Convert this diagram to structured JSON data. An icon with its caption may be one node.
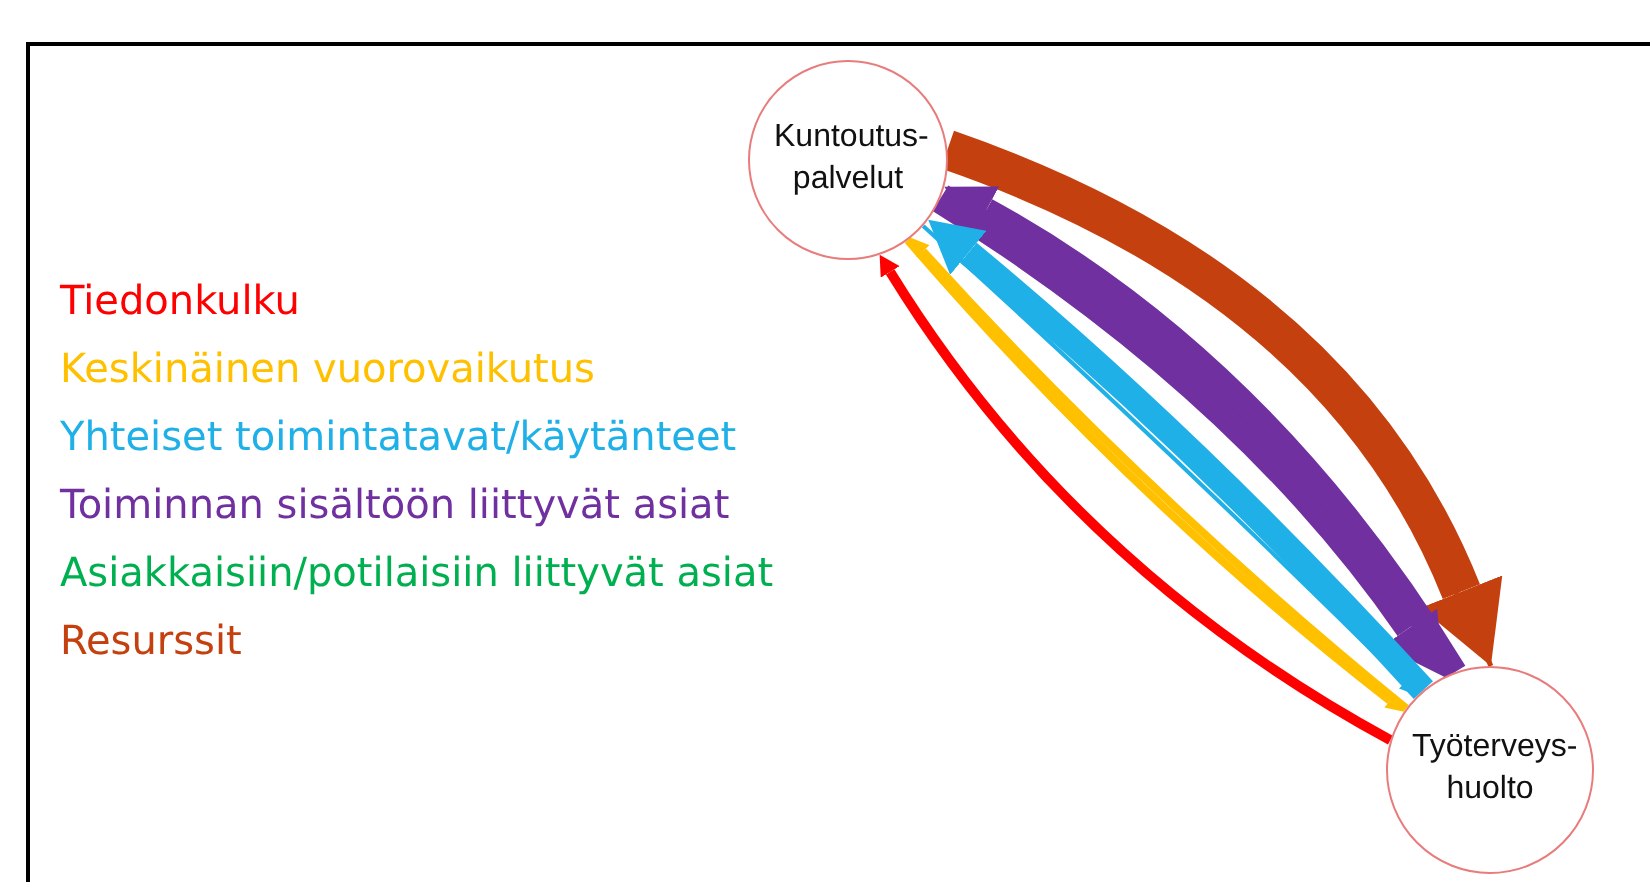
{
  "diagram": {
    "nodes": [
      {
        "text": [
          "Kuntoutus- palvelut"
        ]
      },
      {
        "text": [
          "Työterveys- huolto"
        ]
      }
    ],
    "edges": [
      {
        "from": 0,
        "to": 1,
        "arrow": "to",
        "style": "thick",
        "color": "#c5400f"
      },
      {
        "from": 0,
        "to": 1,
        "arrow": "to",
        "style": "thick",
        "color": "#7030a0"
      },
      {
        "from": 0,
        "to": 1,
        "arrow": "to",
        "color": "#1fb0e8"
      },
      {
        "from": 0,
        "to": 1,
        "arrow": "to",
        "color": "#ffc000"
      },
      {
        "from": 1,
        "to": 0,
        "arrow": "to",
        "color": "#c5400f"
      },
      {
        "from": 1,
        "to": 0,
        "arrow": "to",
        "style": "thick",
        "color": "#7030a0"
      },
      {
        "from": 1,
        "to": 0,
        "arrow": "to",
        "style": "thick",
        "color": "#1fb0e8"
      },
      {
        "from": 1,
        "to": 0,
        "arrow": "to",
        "color": "#ffc000"
      },
      {
        "from": 1,
        "to": 0,
        "arrow": "to",
        "color": "#ff0000"
      }
    ],
    "legend": [
      {
        "text": "Tiedonkulku",
        "color": "#ff0000"
      },
      {
        "text": "Keskinäinen vuorovaikutus",
        "color": "#ffc000"
      },
      {
        "text": "Yhteiset toimintatavat/käytänteet",
        "color": "#1fb0e8"
      },
      {
        "text": "Toiminnan sisältöön liittyvät asiat",
        "color": "#7030a0"
      },
      {
        "text": "Asiakkaisiin/potilaisiin liittyvät asiat",
        "color": "#00b050"
      },
      {
        "text": "Resurssit",
        "color": "#c5400f"
      }
    ]
  }
}
